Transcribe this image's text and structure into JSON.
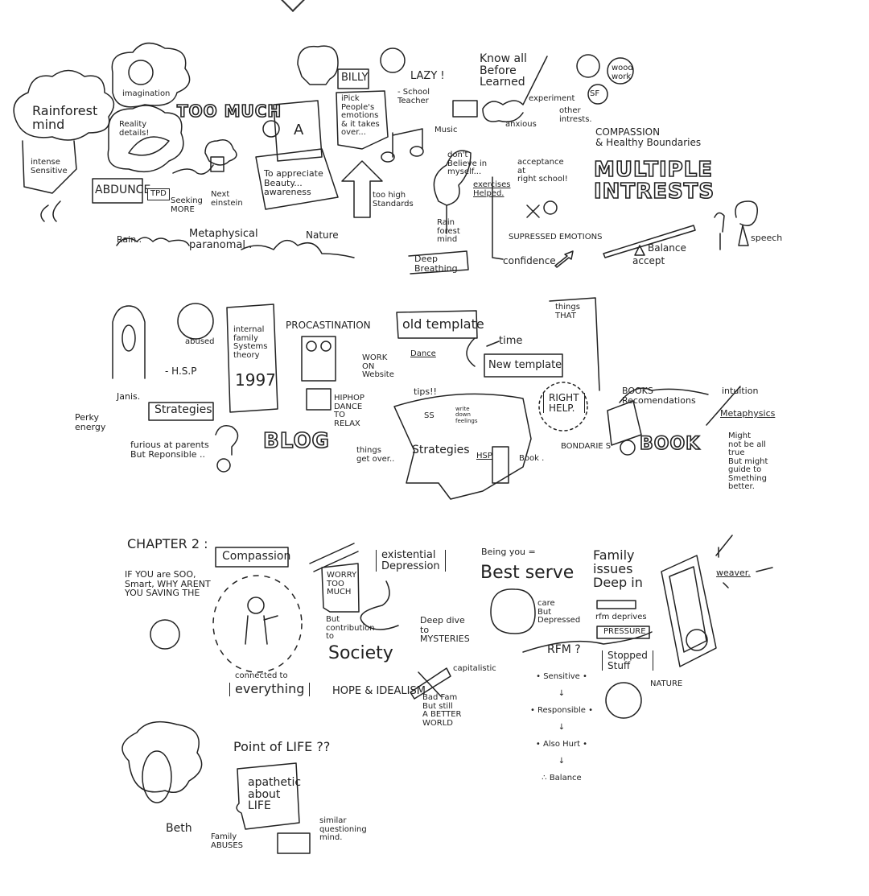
{
  "header": {
    "collapse_icon": "chevron-down-icon"
  },
  "section1": {
    "rainforest_mind": "Rainforest\nmind",
    "intense_sensitive": "intense\nSensitive",
    "imagination": "imagination",
    "reality_details": "Reality\ndetails!",
    "too_much": "TOO MUCH",
    "abdunce": "ABDUNCE",
    "tpd": "TPD",
    "seeking_more": "Seeking\nMORE",
    "next_einstein": "Next\neinstein",
    "rain": "Rain..",
    "metaphysical": "Metaphysical\nparanomal .",
    "nature": "Nature",
    "qa": "A",
    "appreciate_beauty": "To appreciate\nBeauty...\nawareness",
    "billy": "BILLY",
    "pick_emotions": "iPick\nPeople's\nemotions\n& it takes\nover...",
    "lazy": "LAZY !",
    "school_teacher": "- School\nTeacher",
    "too_high_standards": "too high\nStandards",
    "music": "Music",
    "know_all": "Know all\nBefore\nLearned",
    "experiment": "experiment",
    "anxious": "anxious",
    "other_interests": "other\nintrests.",
    "wood_work": "wood\nwork",
    "sf": "SF",
    "dont_believe": "don't\nBelieve in\nmyself...",
    "exercises_helped": "exercises\nHelped.",
    "acceptance": "acceptance\nat\nright school!",
    "rain_forest_mind": "Rain\nforest\nmind",
    "deep_breathing": "Deep\nBreathing",
    "supressed_emotions": "SUPRESSED EMOTIONS",
    "confidence": "confidence",
    "compassion_boundaries": "COMPASSION\n& Healthy Boundaries",
    "multiple_interests": "MULTIPLE\nINTRESTS",
    "balance": "Balance",
    "accept": "accept",
    "speech": "speech"
  },
  "section2": {
    "janis": "Janis.",
    "hsp": "- H.S.P",
    "abused": "abused",
    "perky_energy": "Perky\nenergy",
    "strategies": "Strategies",
    "furious": "furious at parents\nBut Reponsible ..",
    "ifs_book": "internal\nfamily\nSystems\ntheory",
    "ifs_year": "1997",
    "procrastination": "PROCASTINATION",
    "work_on_website": "WORK\nON\nWebsite",
    "dance": "Dance",
    "hiphop": "HIPHOP\nDANCE\nTO\nRELAX",
    "blog": "BLOG",
    "things_get_over": "things\nget over..",
    "old_template": "old template",
    "time": "time",
    "new_template": "New template",
    "things_that": "things\nTHAT",
    "tips": "tips!!",
    "ss": "SS",
    "write_down": "write\ndown\nfeelings",
    "strategies2": "Strategies",
    "hsp_book": "HSP",
    "book": "Book .",
    "right_help": "RIGHT\nHELP.",
    "boundaries": "BONDARIE S",
    "books_recommendations": "BOOKS\nRecomendations",
    "book_big": "BOOK",
    "intuition": "intuition",
    "metaphysics": "Metaphysics",
    "might_not_be_true": "Might\nnot be all\ntrue\nBut might\nguide to\nSmething\nbetter."
  },
  "section3": {
    "chapter2": "CHAPTER 2 :",
    "if_you_are_so_smart": "IF YOU are SOO,\nSmart, WHY ARENT\nYOU SAVING THE",
    "compassion": "Compassion",
    "connected_to": "connected to",
    "everything": "everything",
    "worry_too_much": "WORRY\nTOO\nMUCH",
    "but_contribution": "But\ncontribution\nto",
    "society": "Society",
    "hope_idealism": "HOPE & IDEALISM",
    "existential_depression": "existential\nDepression",
    "deep_dive": "Deep dive\nto\nMYSTERIES",
    "capitalistic": "capitalistic",
    "bad_fam": "Bad Fam\nBut still\nA BETTER\nWORLD",
    "being_you": "Being you =",
    "best_serve": "Best serve",
    "care_but_depressed": "care\nBut\nDepressed",
    "rfm": "RFM ?",
    "rfm_list": [
      "• Sensitive •",
      "↓",
      "• Responsible •",
      "↓",
      "• Also Hurt •",
      "↓",
      "∴ Balance"
    ],
    "family_issues": "Family\nissues\nDeep in",
    "rfm_deprives": "rfm deprives",
    "pressure": "PRESSURE",
    "stopped_stuff": "Stopped\nStuff",
    "nature": "NATURE",
    "weaver": "weaver."
  },
  "section4": {
    "point_of_life": "Point of LIFE ??",
    "apathetic": "apathetic\nabout\nLIFE",
    "beth": "Beth",
    "family_abuses": "Family\nABUSES",
    "similar_mind": "similar\nquestioning\nmind."
  }
}
